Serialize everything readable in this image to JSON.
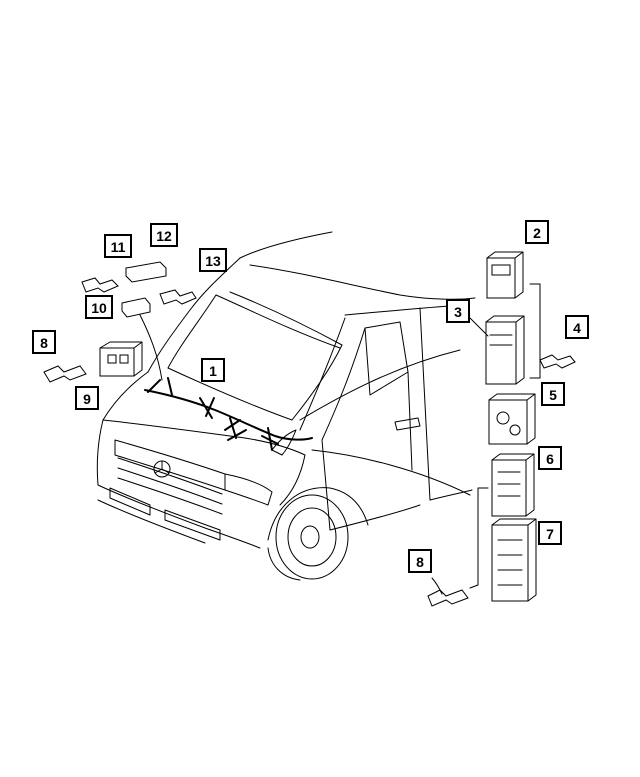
{
  "callouts": [
    {
      "label": "1"
    },
    {
      "label": "2"
    },
    {
      "label": "3"
    },
    {
      "label": "4"
    },
    {
      "label": "5"
    },
    {
      "label": "6"
    },
    {
      "label": "7"
    },
    {
      "label": "8"
    },
    {
      "label": "8"
    },
    {
      "label": "9"
    },
    {
      "label": "10"
    },
    {
      "label": "11"
    },
    {
      "label": "12"
    },
    {
      "label": "13"
    }
  ],
  "colors": {
    "line": "#000000",
    "background": "#ffffff"
  }
}
